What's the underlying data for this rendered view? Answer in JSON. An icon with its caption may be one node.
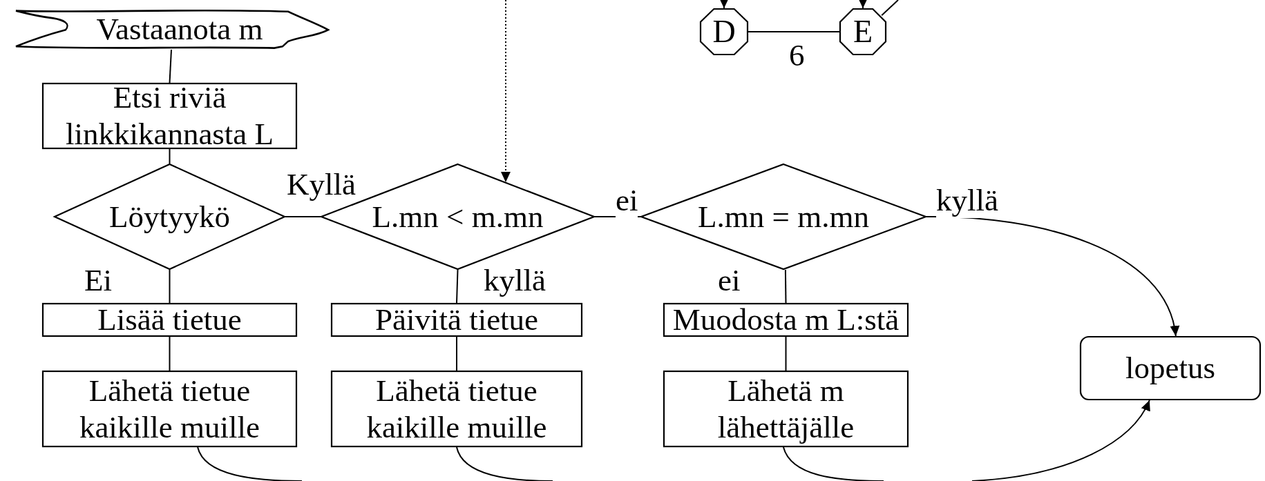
{
  "diagram": {
    "nodes": [
      {
        "text": [
          "Vastaanota m"
        ]
      },
      {
        "text": [
          "Etsi riviä linkkikannasta L"
        ]
      },
      {
        "text": [
          "Löytyykö"
        ]
      },
      {
        "text": [
          "L.mn < m.mn"
        ]
      },
      {
        "text": [
          "L.mn = m.mn"
        ]
      },
      {
        "text": [
          "Lisää tietue"
        ]
      },
      {
        "text": [
          "Päivitä tietue"
        ]
      },
      {
        "text": [
          "Muodosta m L:stä"
        ]
      },
      {
        "text": [
          "Lähetä tietue kaikille muille"
        ]
      },
      {
        "text": [
          "Lähetä tietue kaikille muille"
        ]
      },
      {
        "text": [
          "Lähetä m lähettäjälle"
        ]
      },
      {
        "text": [
          "lopetus"
        ]
      },
      {
        "text": [
          "D"
        ]
      },
      {
        "text": [
          "E"
        ]
      }
    ],
    "edges": [
      {
        "from": 0,
        "to": 1,
        "arrow": "none"
      },
      {
        "from": 1,
        "to": 2,
        "arrow": "none"
      },
      {
        "from": 2,
        "to": 3,
        "arrow": "none",
        "label": "Kyllä"
      },
      {
        "from": 3,
        "to": 4,
        "arrow": "none",
        "label": "ei"
      },
      {
        "from": 4,
        "to": 11,
        "arrow": "to",
        "label": "kyllä"
      },
      {
        "from": 2,
        "to": 5,
        "arrow": "none",
        "label": "Ei"
      },
      {
        "from": 3,
        "to": 6,
        "arrow": "none",
        "label": "kyllä"
      },
      {
        "from": 4,
        "to": 7,
        "arrow": "none",
        "label": "ei"
      },
      {
        "from": 5,
        "to": 8,
        "arrow": "none"
      },
      {
        "from": 6,
        "to": 9,
        "arrow": "none"
      },
      {
        "from": 7,
        "to": 10,
        "arrow": "none"
      },
      {
        "from": 8,
        "to": null,
        "arrow": "none"
      },
      {
        "from": 9,
        "to": null,
        "arrow": "none"
      },
      {
        "from": 10,
        "to": null,
        "arrow": "none"
      },
      {
        "from": null,
        "to": 11,
        "arrow": "to"
      },
      {
        "from": 12,
        "to": 13,
        "arrow": "none",
        "label": "6"
      },
      {
        "from": null,
        "to": 12,
        "arrow": "to"
      },
      {
        "from": null,
        "to": 13,
        "arrow": "to"
      },
      {
        "from": 13,
        "to": null,
        "arrow": "none"
      },
      {
        "from": null,
        "to": 3,
        "arrow": "to",
        "style": "dashed"
      }
    ]
  }
}
